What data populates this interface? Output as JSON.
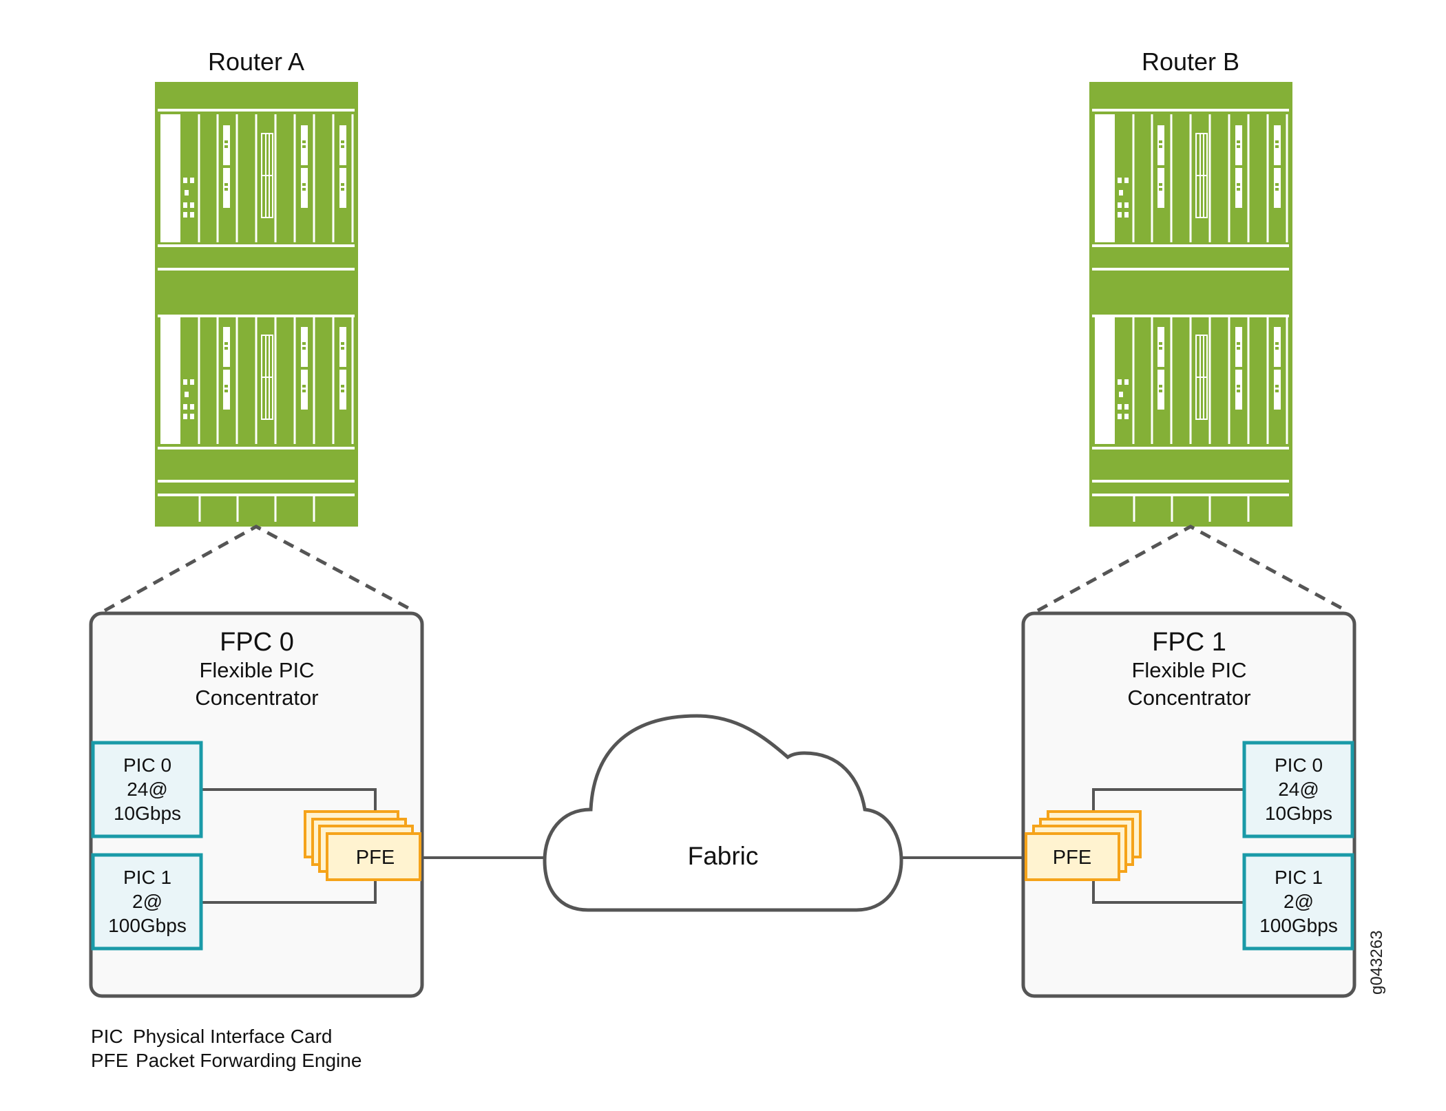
{
  "colors": {
    "router_green": "#84b037",
    "fpc_border": "#555555",
    "fpc_fill": "#f9f9f9",
    "pic_border": "#1a9aa8",
    "pic_fill": "#eaf5f8",
    "pfe_border": "#f5a31a",
    "pfe_fill": "#fff3d0",
    "line": "#555555"
  },
  "routers": [
    {
      "title": "Router A"
    },
    {
      "title": "Router B"
    }
  ],
  "fpcs": [
    {
      "title": "FPC 0",
      "subtitle_line1": "Flexible PIC",
      "subtitle_line2": "Concentrator",
      "pics": [
        {
          "name": "PIC 0",
          "ports": "24@",
          "speed": "10Gbps"
        },
        {
          "name": "PIC 1",
          "ports": "2@",
          "speed": "100Gbps"
        }
      ],
      "pfe_label": "PFE",
      "pfe_stack_count": 4
    },
    {
      "title": "FPC 1",
      "subtitle_line1": "Flexible PIC",
      "subtitle_line2": "Concentrator",
      "pics": [
        {
          "name": "PIC 0",
          "ports": "24@",
          "speed": "10Gbps"
        },
        {
          "name": "PIC 1",
          "ports": "2@",
          "speed": "100Gbps"
        }
      ],
      "pfe_label": "PFE",
      "pfe_stack_count": 4
    }
  ],
  "fabric": {
    "label": "Fabric"
  },
  "legend": [
    {
      "abbr": "PIC",
      "meaning": "Physical Interface Card"
    },
    {
      "abbr": "PFE",
      "meaning": "Packet Forwarding Engine"
    }
  ],
  "figure_id": "g043263"
}
